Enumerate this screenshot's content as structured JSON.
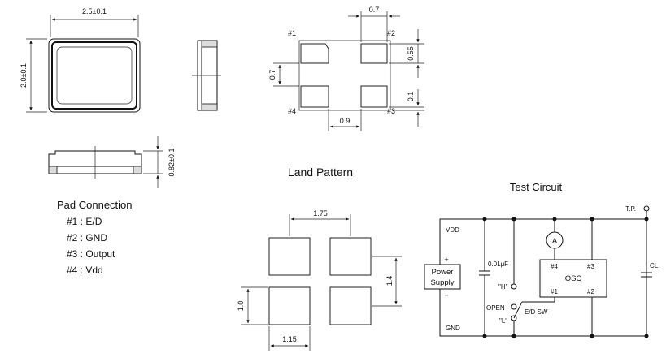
{
  "top_view": {
    "width_dim": "2.5±0.1",
    "height_dim": "2.0±0.1"
  },
  "side_view": {
    "height_dim": "0.82±0.1"
  },
  "bottom_view": {
    "pad_w": "0.7",
    "pad_h_right": "0.55",
    "gap": "0.1",
    "pad_h_left": "0.7",
    "pitch": "0.9",
    "pins": [
      "#1",
      "#2",
      "#3",
      "#4"
    ]
  },
  "pad_connection": {
    "title": "Pad Connection",
    "items": [
      "#1 : E/D",
      "#2 : GND",
      "#3 : Output",
      "#4 : Vdd"
    ]
  },
  "land_pattern": {
    "title": "Land  Pattern",
    "dim_top": "1.75",
    "dim_right": "1.4",
    "dim_left": "1.0",
    "dim_bottom": "1.15"
  },
  "test_circuit": {
    "title": "Test Circuit",
    "vdd": "VDD",
    "gnd": "GND",
    "tp": "T.P.",
    "plus": "+",
    "minus": "−",
    "power1": "Power",
    "power2": "Supply",
    "cap": "0.01μF",
    "cl": "CL",
    "ammeter": "A",
    "osc": "OSC",
    "p4": "#4",
    "p3": "#3",
    "p1": "#1",
    "p2": "#2",
    "h": "\"H\"",
    "l": "\"L\"",
    "open": "OPEN",
    "sw": "E/D  SW"
  }
}
